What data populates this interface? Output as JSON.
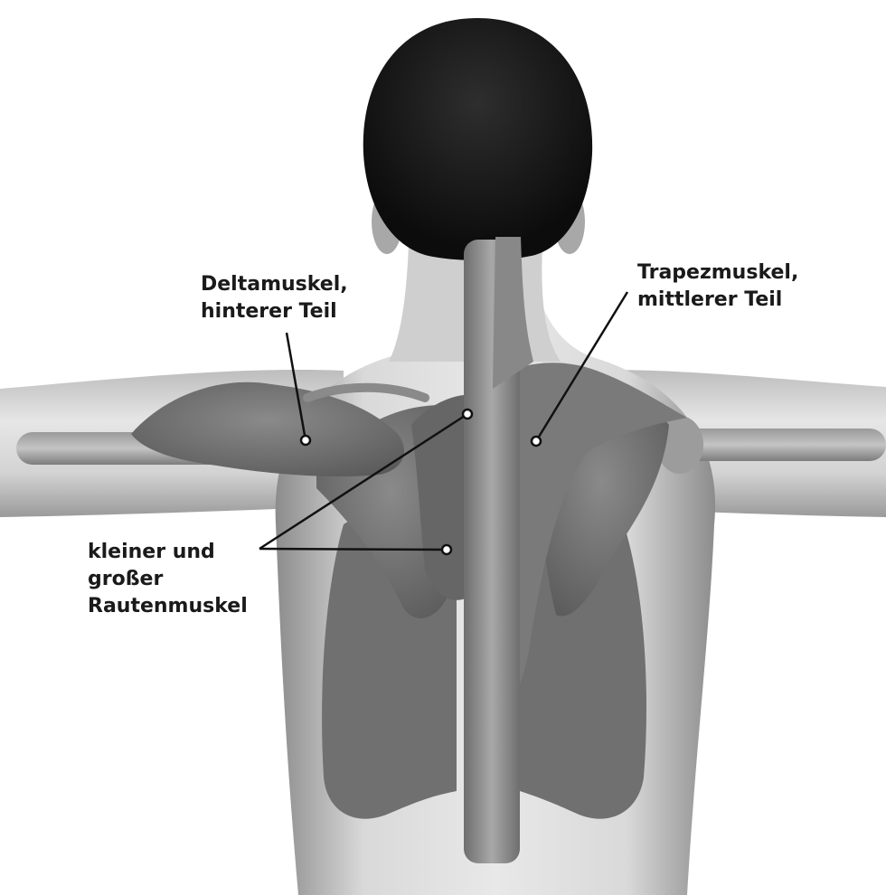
{
  "labels": {
    "deltamuskel": [
      "Deltamuskel,",
      "hinterer Teil"
    ],
    "trapezmuskel": [
      "Trapezmuskel,",
      "mittlerer Teil"
    ],
    "rautenmuskel": [
      "kleiner und",
      "großer",
      "Rautenmuskel"
    ]
  }
}
